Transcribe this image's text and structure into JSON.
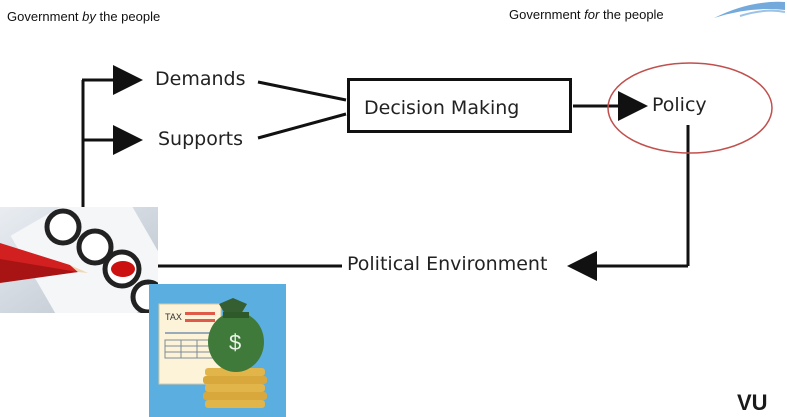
{
  "captions": {
    "left": {
      "before": "Government ",
      "emph": "by",
      "after": " the people"
    },
    "right": {
      "before": "Government ",
      "emph": "for",
      "after": " the people"
    }
  },
  "diagram": {
    "demands": "Demands",
    "supports": "Supports",
    "decision_making": "Decision Making",
    "policy": "Policy",
    "political_environment": "Political Environment"
  },
  "images": {
    "tax_form_label": "TAX",
    "money_bag_symbol": "$"
  },
  "logo": {
    "text": "VU"
  },
  "colors": {
    "highlight_ellipse": "#c0504d",
    "logo_swoosh": "#5b9bd5",
    "money_bag": "#3f7a3a",
    "tax_background": "#5aaee0"
  }
}
